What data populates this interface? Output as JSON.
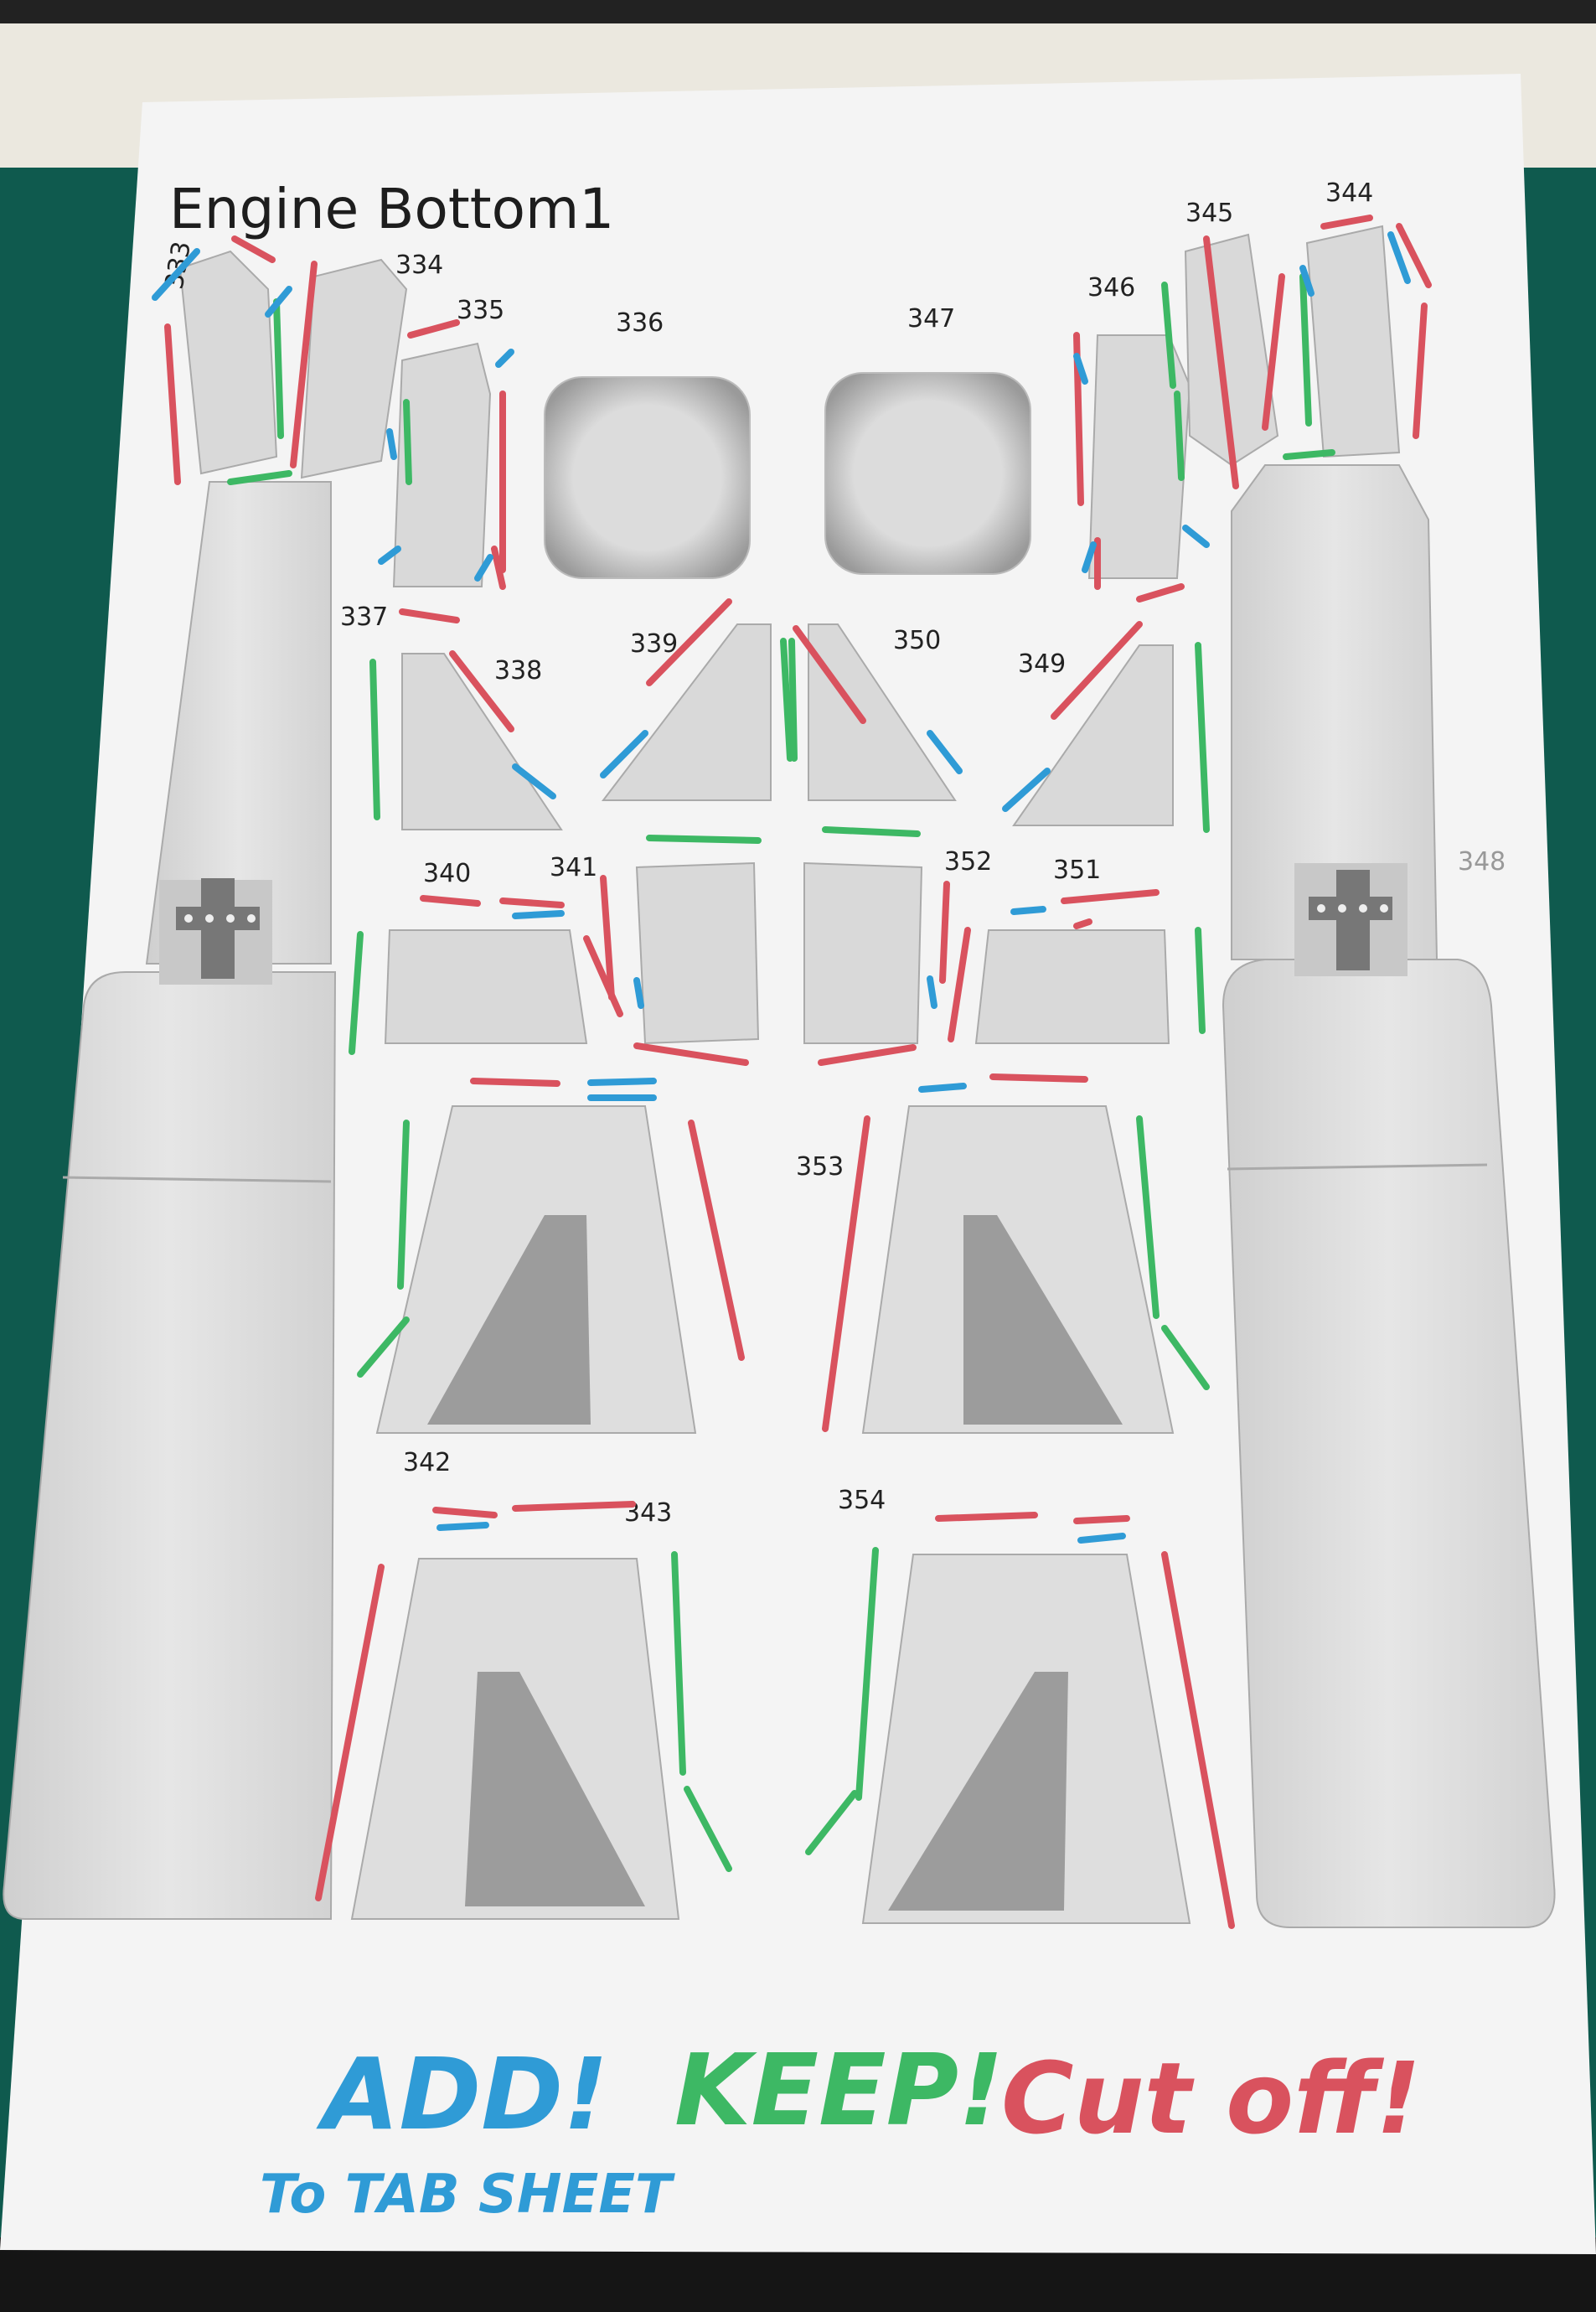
{
  "sheet": {
    "title": "Engine Bottom1",
    "part_labels": [
      "333",
      "334",
      "335",
      "336",
      "347",
      "346",
      "345",
      "344",
      "337",
      "338",
      "339",
      "350",
      "349",
      "340",
      "341",
      "352",
      "351",
      "348",
      "353",
      "342",
      "343",
      "354"
    ]
  },
  "legend": {
    "add": "ADD!",
    "add_note": "To TAB SHEET",
    "keep": "KEEP!",
    "cut": "Cut off!"
  },
  "colors": {
    "mat": "#0f5a4e",
    "paper": "#f4f4f4",
    "part_fill": "#d9d9d9",
    "part_dark": "#9c9c9c",
    "red_marker": "#d9525e",
    "green_marker": "#3db864",
    "blue_marker": "#2f9bd6"
  }
}
